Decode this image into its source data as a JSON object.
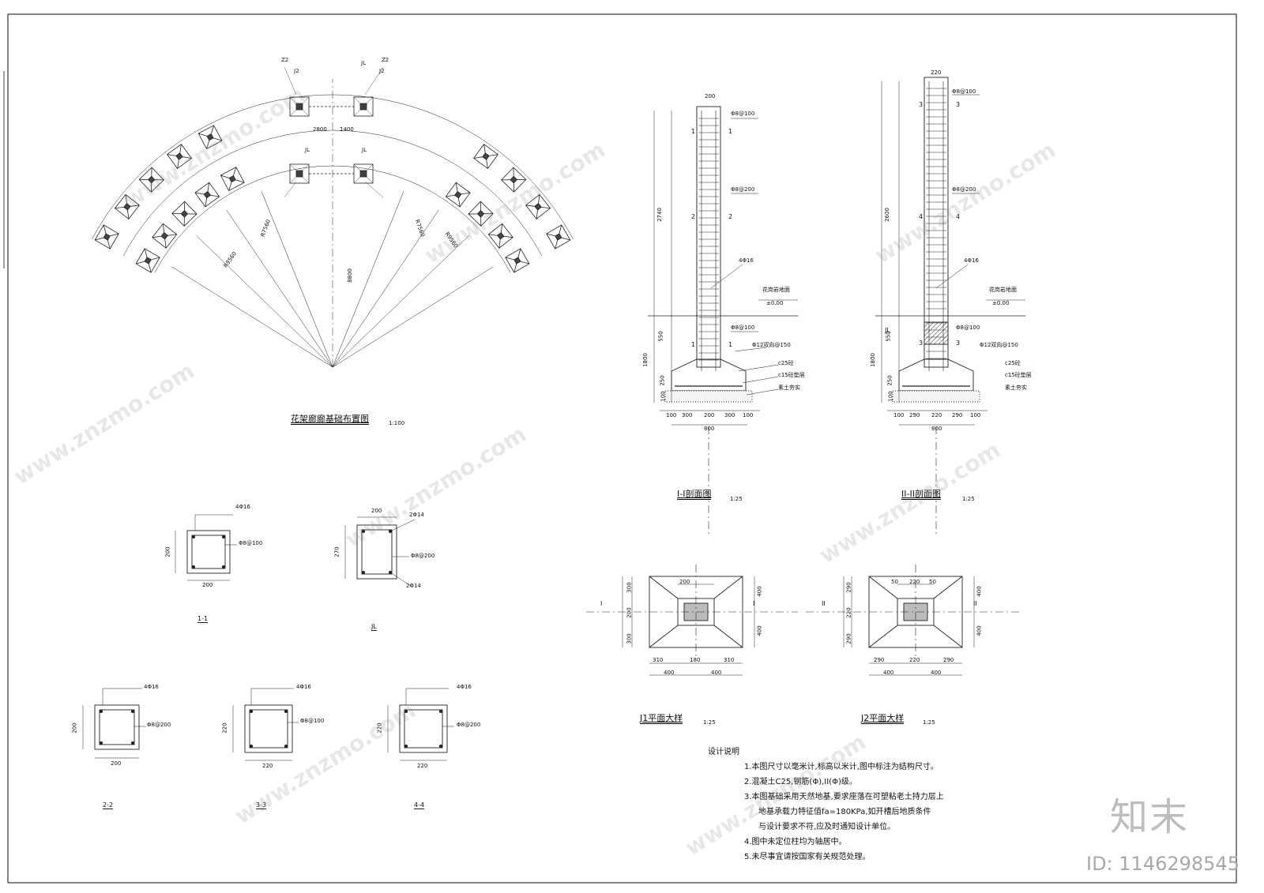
{
  "plan": {
    "title": "花架廊廊基础布置图",
    "scale": "1:100",
    "labels": [
      "Z2",
      "J2",
      "JL",
      "R9560",
      "R7560",
      "1400",
      "2800",
      "8800"
    ]
  },
  "section1": {
    "title": "I-I剖面图",
    "scale": "1:25",
    "labels": [
      "Φ8@100",
      "Φ8@200",
      "4Φ16",
      "花岗岩地面",
      "±0.00",
      "Φ12双向@150",
      "c25砼",
      "c15砼垫层",
      "素土夯实"
    ],
    "dims": [
      "200",
      "2740",
      "550",
      "1800",
      "250",
      "100",
      "100",
      "300",
      "200",
      "300",
      "100",
      "800"
    ],
    "cuts": [
      "1",
      "2",
      "1"
    ]
  },
  "section2": {
    "title": "II-II剖面图",
    "scale": "1:25",
    "labels": [
      "Φ8@100",
      "Φ8@200",
      "4Φ16",
      "花岗岩地面",
      "±0.00",
      "JL",
      "Φ12双向@150",
      "c25砼",
      "c15砼垫层",
      "素土夯实"
    ],
    "dims": [
      "220",
      "2600",
      "550",
      "1800",
      "250",
      "100",
      "100",
      "290",
      "220",
      "290",
      "100",
      "800"
    ],
    "cuts": [
      "3",
      "4",
      "3"
    ]
  },
  "j1": {
    "title": "J1平面大样",
    "scale": "1:25",
    "dims": [
      "400",
      "400",
      "300",
      "200",
      "300",
      "310",
      "180",
      "310"
    ],
    "mark": "I"
  },
  "j2": {
    "title": "J2平面大样",
    "scale": "1:25",
    "dims": [
      "400",
      "400",
      "290",
      "220",
      "290",
      "50",
      "220",
      "50"
    ],
    "mark": "II"
  },
  "details": [
    {
      "title": "1-1",
      "bars": "4Φ16",
      "stirrup": "Φ8@100",
      "w": "200",
      "h": "200"
    },
    {
      "title": "JL",
      "bars": "2Φ14",
      "stirrup": "Φ8@200",
      "bars2": "2Φ14",
      "w": "200",
      "h": "270"
    },
    {
      "title": "2-2",
      "bars": "4Φ16",
      "stirrup": "Φ8@200",
      "w": "200",
      "h": "200"
    },
    {
      "title": "3-3",
      "bars": "4Φ16",
      "stirrup": "Φ8@100",
      "w": "220",
      "h": "220"
    },
    {
      "title": "4-4",
      "bars": "4Φ16",
      "stirrup": "Φ8@200",
      "w": "220",
      "h": "220"
    }
  ],
  "notes": {
    "heading": "设计说明",
    "items": [
      "1.本图尺寸以毫米计,标高以米计,图中标注为结构尺寸。",
      "2.混凝土C25,钢筋(Φ),II(Φ)级。",
      "3.本图基础采用天然地基,要求座落在可塑粘老土持力层上",
      "地基承载力特征值fa=180KPa,如开槽后地质条件",
      "与设计要求不符,应及时通知设计单位。",
      "4.图中未定位柱均为轴居中。",
      "5.未尽事宜请按国家有关规范处理。"
    ]
  },
  "watermark": {
    "site": "www.znzmo.com",
    "brand": "知末",
    "id": "ID: 1146298545"
  }
}
